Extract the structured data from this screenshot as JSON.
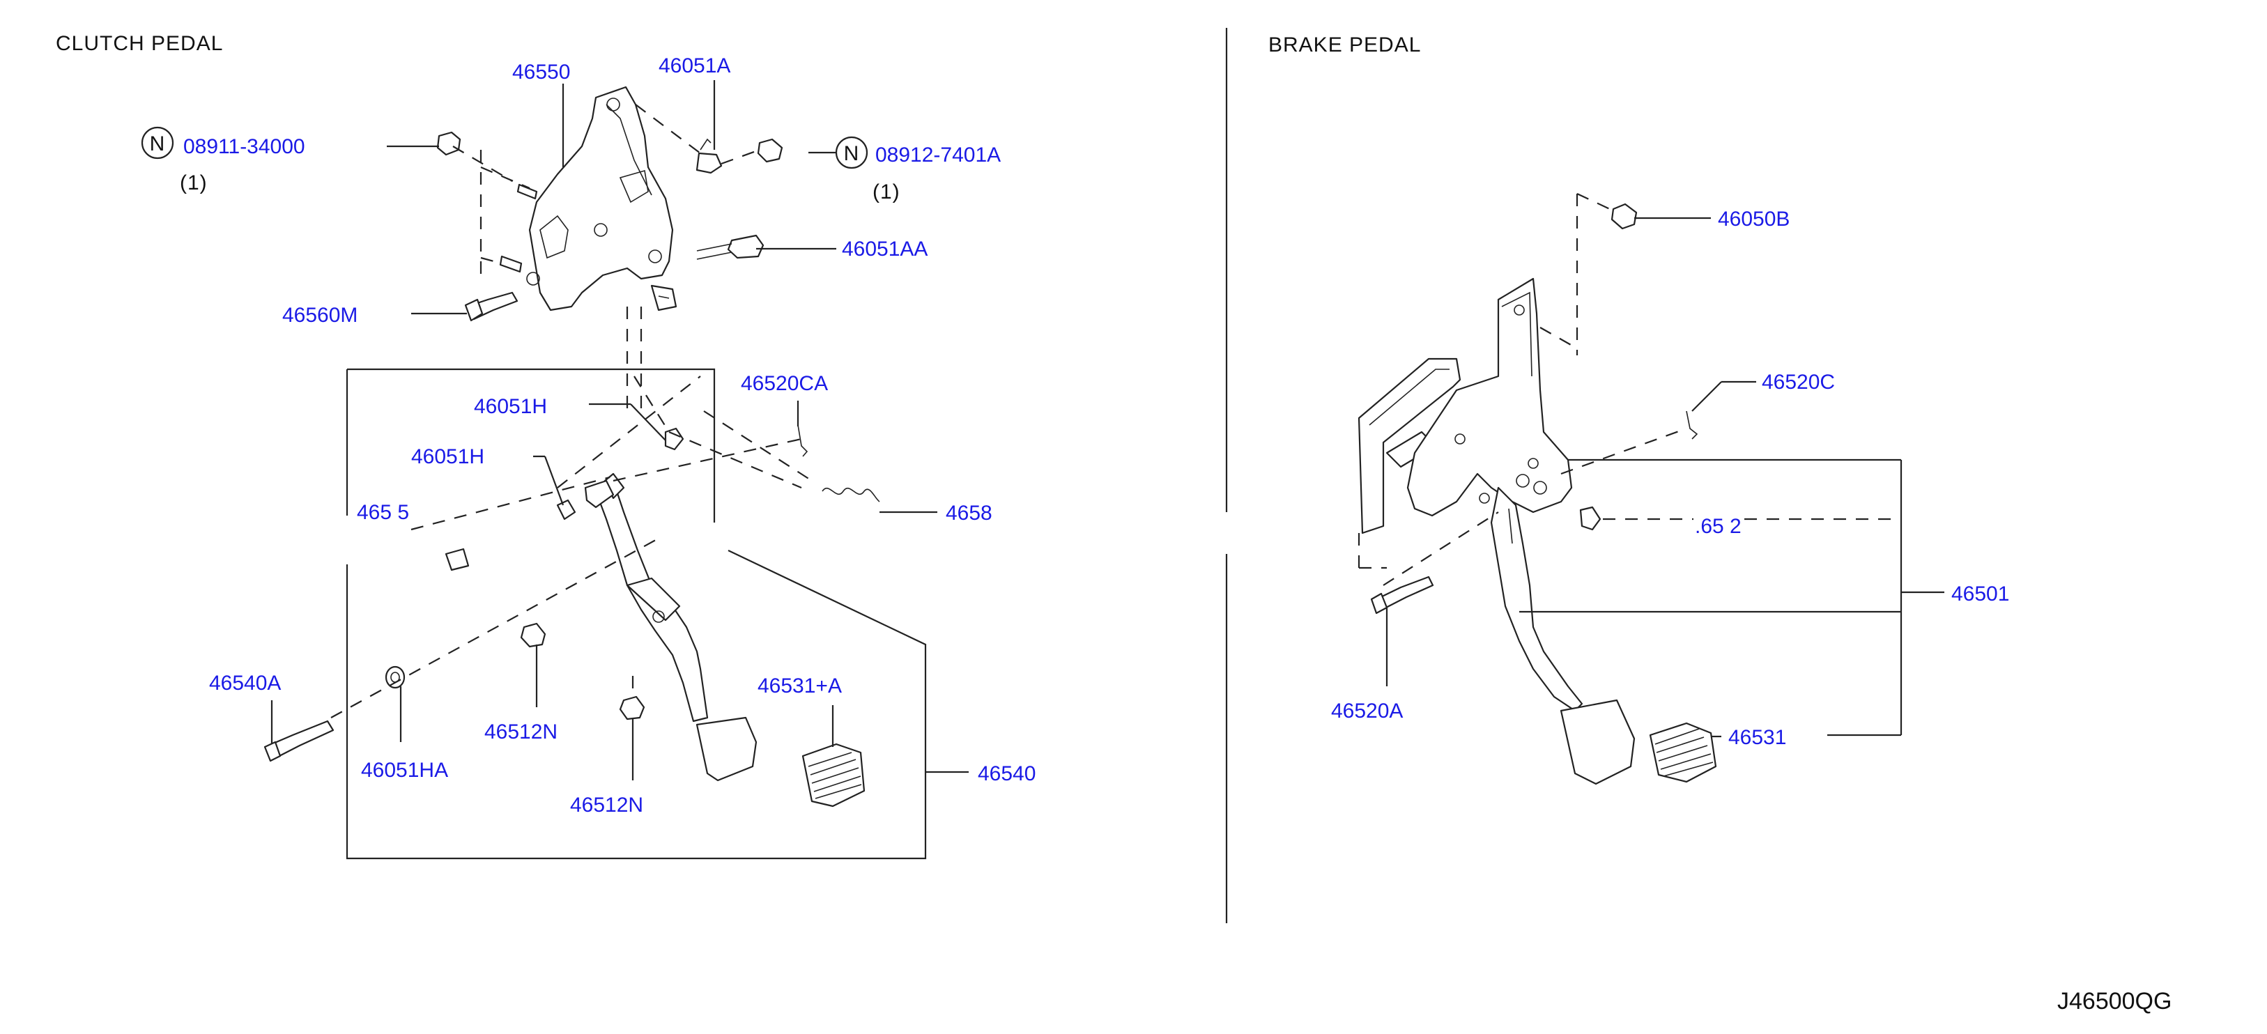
{
  "sections": {
    "clutch_title": "CLUTCH   PEDAL",
    "brake_title": "BRAKE   PEDAL"
  },
  "clutch": {
    "p46550": "46550",
    "p46051A": "46051A",
    "p08911": "08911-34000",
    "p08911_qty": "(1)",
    "p08912": "08912-7401A",
    "p08912_qty": "(1)",
    "n_symbol": "N",
    "p46051AA": "46051AA",
    "p46560M": "46560M",
    "p46520CA": "46520CA",
    "p46051H_1": "46051H",
    "p46051H_2": "46051H",
    "p4658": "4658",
    "p465_5": "465  5",
    "p46540A": "46540A",
    "p46051HA": "46051HA",
    "p46512N_1": "46512N",
    "p46512N_2": "46512N",
    "p46531A": "46531+A",
    "p46540": "46540"
  },
  "brake": {
    "p46050B": "46050B",
    "p46520C": "46520C",
    "p65_2": ".65  2",
    "p46501": "46501",
    "p46520A": "46520A",
    "p46531": "46531"
  },
  "diagram_code": "J46500QG",
  "colors": {
    "part_number": "#1a1ae6",
    "text": "#111111",
    "line": "#222222"
  }
}
